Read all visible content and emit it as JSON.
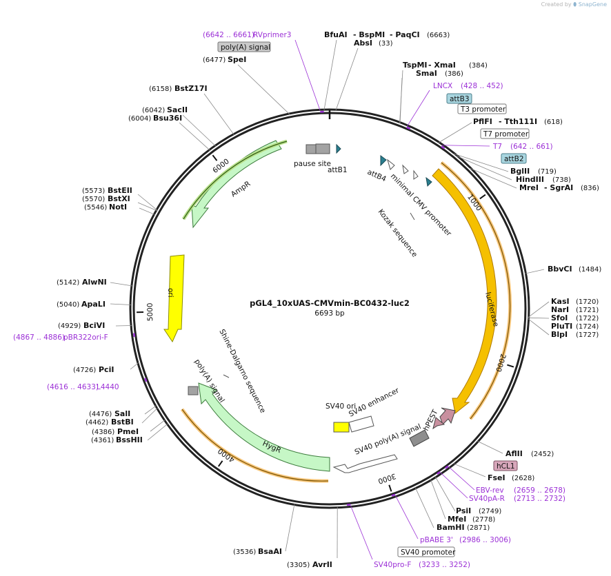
{
  "credit": {
    "created_by": "Created by",
    "brand": "SnapGene"
  },
  "plasmid": {
    "name": "pGL4_10xUAS-CMVmin-BC0432-luc2",
    "length_label": "6693 bp",
    "length_bp": 6693
  },
  "colors": {
    "primer": "#9b2fd6",
    "luciferase": "#f5c000",
    "ori": "#ffff00",
    "resistance": "#c6f7c6",
    "cds_outline": "#f7c77c",
    "grey_feature": "#8e8e8e",
    "att": "#2a7f8f",
    "hcl1": "#d8a7bb"
  },
  "ticks": [
    "1000",
    "2000",
    "3000",
    "4000",
    "5000",
    "6000"
  ],
  "features": [
    {
      "key": "luciferase",
      "label": "luciferase"
    },
    {
      "key": "ampr",
      "label": "AmpR"
    },
    {
      "key": "hygr",
      "label": "HygR"
    },
    {
      "key": "ori",
      "label": "ori"
    },
    {
      "key": "pause",
      "label": "pause site"
    },
    {
      "key": "attb1",
      "label": "attB1"
    },
    {
      "key": "attb4",
      "label": "attB4"
    },
    {
      "key": "mincmv",
      "label": "minimal CMV promoter"
    },
    {
      "key": "kozak",
      "label": "Kozak sequence"
    },
    {
      "key": "shine",
      "label": "Shine-Dalgarno sequence"
    },
    {
      "key": "polya_in",
      "label": "poly(A) signal"
    },
    {
      "key": "sv40ori",
      "label": "SV40 ori"
    },
    {
      "key": "sv40enh",
      "label": "SV40 enhancer"
    },
    {
      "key": "sv40pa",
      "label": "SV40 poly(A) signal"
    },
    {
      "key": "hpest",
      "label": "hPEST"
    }
  ],
  "boxes": [
    {
      "key": "polya",
      "label": "poly(A) signal"
    },
    {
      "key": "attb3",
      "label": "attB3"
    },
    {
      "key": "t3",
      "label": "T3 promoter"
    },
    {
      "key": "t7p",
      "label": "T7 promoter"
    },
    {
      "key": "attb2",
      "label": "attB2"
    },
    {
      "key": "hcl1",
      "label": "hCL1"
    },
    {
      "key": "sv40p",
      "label": "SV40 promoter"
    }
  ],
  "enzymes": [
    {
      "key": "bfuai",
      "label": "BfuAI",
      "pos": ""
    },
    {
      "key": "bspmi",
      "label": "- BspMI",
      "pos": ""
    },
    {
      "key": "paqci",
      "label": "- PaqCI",
      "pos": "(6663)"
    },
    {
      "key": "absi",
      "label": "AbsI",
      "pos": "(33)"
    },
    {
      "key": "speI",
      "label": "SpeI",
      "pos": "(6477)"
    },
    {
      "key": "tspmi",
      "label": "TspMI",
      "pos": ""
    },
    {
      "key": "xmai",
      "label": "- XmaI",
      "pos": "(384)"
    },
    {
      "key": "smai",
      "label": "SmaI",
      "pos": "(386)"
    },
    {
      "key": "bstz17i",
      "label": "BstZ17I",
      "pos": "(6158)"
    },
    {
      "key": "sacii",
      "label": "SacII",
      "pos": "(6042)"
    },
    {
      "key": "bsu36i",
      "label": "Bsu36I",
      "pos": "(6004)"
    },
    {
      "key": "pflfi",
      "label": "PflFI",
      "pos": ""
    },
    {
      "key": "tth111i",
      "label": "- Tth111I",
      "pos": "(618)"
    },
    {
      "key": "bglii",
      "label": "BglII",
      "pos": "(719)"
    },
    {
      "key": "hindiii",
      "label": "HindIII",
      "pos": "(738)"
    },
    {
      "key": "mrei",
      "label": "MreI",
      "pos": ""
    },
    {
      "key": "sgrai",
      "label": "- SgrAI",
      "pos": "(836)"
    },
    {
      "key": "bsteii",
      "label": "BstEII",
      "pos": "(5573)"
    },
    {
      "key": "bstxi",
      "label": "BstXI",
      "pos": "(5570)"
    },
    {
      "key": "noti",
      "label": "NotI",
      "pos": "(5546)"
    },
    {
      "key": "bbvci",
      "label": "BbvCI",
      "pos": "(1484)"
    },
    {
      "key": "alwni",
      "label": "AlwNI",
      "pos": "(5142)"
    },
    {
      "key": "apali",
      "label": "ApaLI",
      "pos": "(5040)"
    },
    {
      "key": "kasi",
      "label": "KasI",
      "pos": "(1720)"
    },
    {
      "key": "nari",
      "label": "NarI",
      "pos": "(1721)"
    },
    {
      "key": "sfoi",
      "label": "SfoI",
      "pos": "(1722)"
    },
    {
      "key": "plutI",
      "label": "PluTI",
      "pos": "(1724)"
    },
    {
      "key": "blpi",
      "label": "BlpI",
      "pos": "(1727)"
    },
    {
      "key": "bcivi",
      "label": "BciVI",
      "pos": "(4929)"
    },
    {
      "key": "pcii",
      "label": "PciI",
      "pos": "(4726)"
    },
    {
      "key": "sali",
      "label": "SalI",
      "pos": "(4476)"
    },
    {
      "key": "bstbi",
      "label": "BstBI",
      "pos": "(4462)"
    },
    {
      "key": "pmei",
      "label": "PmeI",
      "pos": "(4386)"
    },
    {
      "key": "bsshii",
      "label": "BssHII",
      "pos": "(4361)"
    },
    {
      "key": "aflii",
      "label": "AflII",
      "pos": "(2452)"
    },
    {
      "key": "fsei",
      "label": "FseI",
      "pos": "(2628)"
    },
    {
      "key": "psii",
      "label": "PsiI",
      "pos": "(2749)"
    },
    {
      "key": "mfei",
      "label": "MfeI",
      "pos": "(2778)"
    },
    {
      "key": "bamhi",
      "label": "BamHI",
      "pos": "(2871)"
    },
    {
      "key": "bsaai",
      "label": "BsaAI",
      "pos": "(3536)"
    },
    {
      "key": "avrii",
      "label": "AvrII",
      "pos": "(3305)"
    }
  ],
  "primers": [
    {
      "key": "rvprimer3",
      "label": "RVprimer3",
      "pos": "(6642 .. 6661)"
    },
    {
      "key": "lncx",
      "label": "LNCX",
      "pos": "(428 .. 452)"
    },
    {
      "key": "t7",
      "label": "T7",
      "pos": "(642 .. 661)"
    },
    {
      "key": "pbr322",
      "label": "pBR322ori-F",
      "pos": "(4867 .. 4886)"
    },
    {
      "key": "l4440",
      "label": "L4440",
      "pos": "(4616 .. 4633)"
    },
    {
      "key": "ebvrev",
      "label": "EBV-rev",
      "pos": "(2659 .. 2678)"
    },
    {
      "key": "sv40par",
      "label": "SV40pA-R",
      "pos": "(2713 .. 2732)"
    },
    {
      "key": "pbabe3",
      "label": "pBABE 3'",
      "pos": "(2986 .. 3006)"
    },
    {
      "key": "sv40prof",
      "label": "SV40pro-F",
      "pos": "(3233 .. 3252)"
    }
  ]
}
